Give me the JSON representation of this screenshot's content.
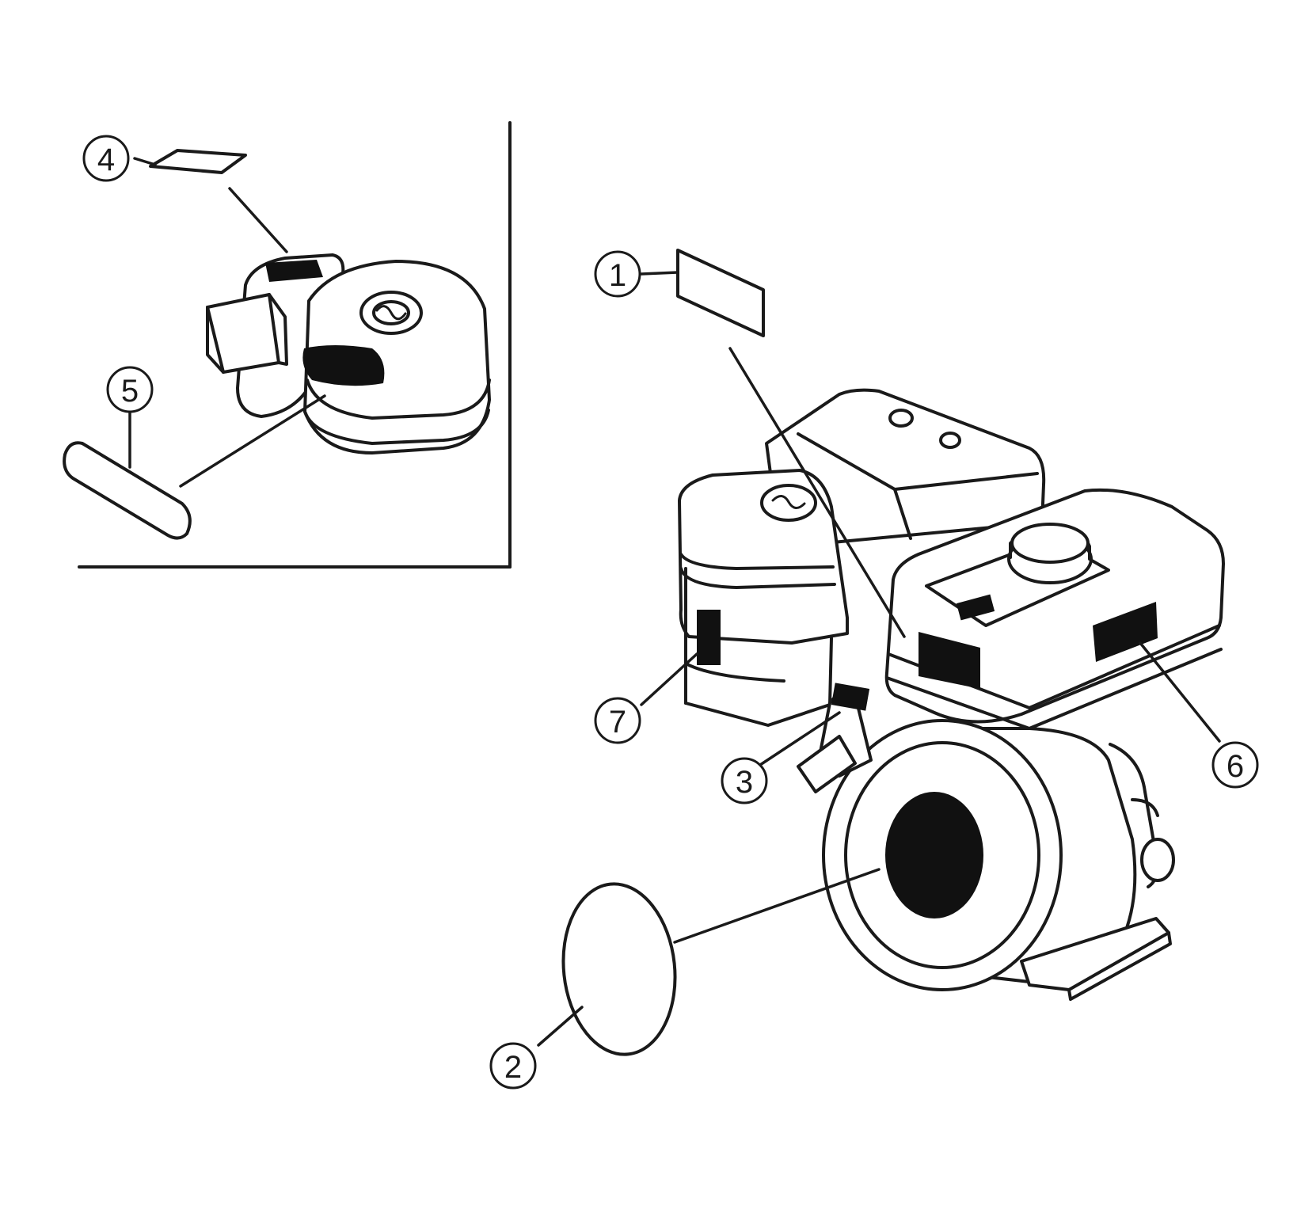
{
  "callouts": [
    {
      "id": "1",
      "label": "1"
    },
    {
      "id": "2",
      "label": "2"
    },
    {
      "id": "3",
      "label": "3"
    },
    {
      "id": "4",
      "label": "4"
    },
    {
      "id": "5",
      "label": "5"
    },
    {
      "id": "6",
      "label": "6"
    },
    {
      "id": "7",
      "label": "7"
    }
  ],
  "colors": {
    "ink": "#1a1a1a",
    "decal": "#111111",
    "background": "#ffffff"
  }
}
